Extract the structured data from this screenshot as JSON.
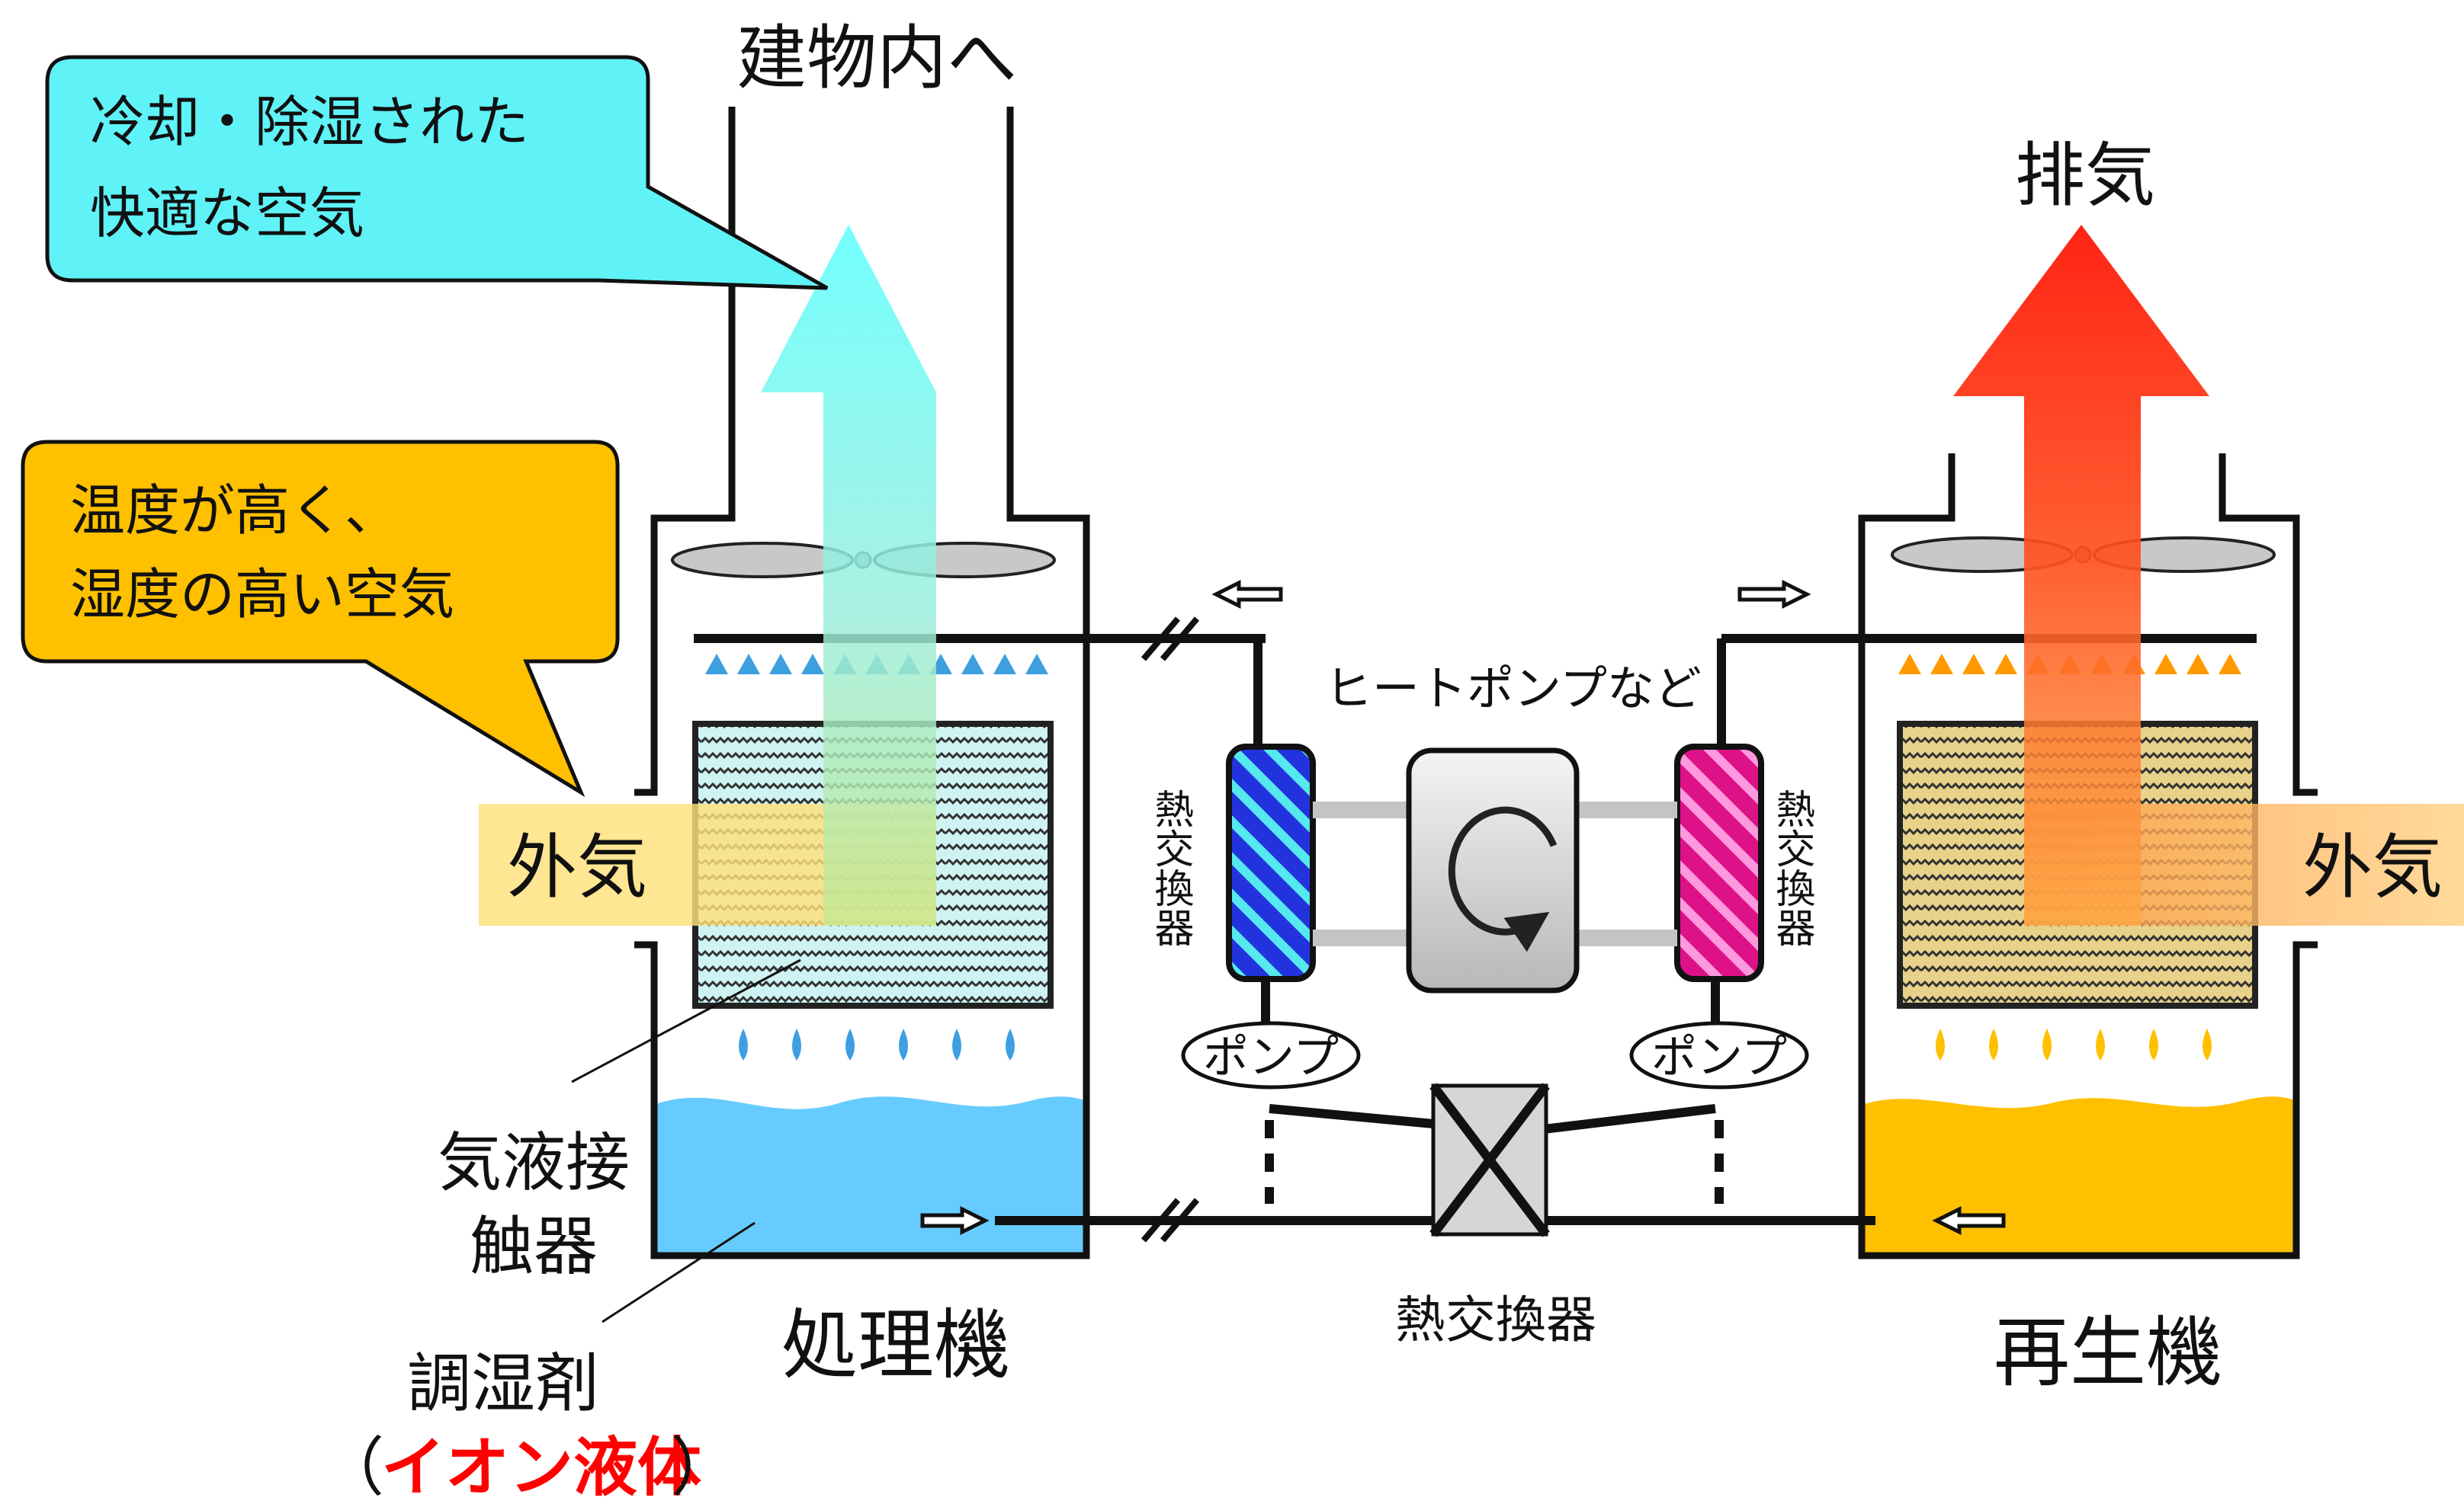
{
  "labels": {
    "to_building": "建物内へ",
    "exhaust": "排気",
    "cool_air_line1": "冷却・除湿された",
    "cool_air_line2": "快適な空気",
    "hot_air_line1": "温度が高く、",
    "hot_air_line2": "湿度の高い空気",
    "outside_air_left": "外気",
    "outside_air_right": "外気",
    "heat_pump": "ヒートポンプなど",
    "heat_exchanger_left": "熱交換器",
    "heat_exchanger_right": "熱交換器",
    "pump_left": "ポンプ",
    "pump_right": "ポンプ",
    "heat_exchanger_bottom": "熱交換器",
    "gas_liquid_contactor_line1": "気液接",
    "gas_liquid_contactor_line2": "触器",
    "desiccant": "調湿剤",
    "ionic_liquid_open": "（",
    "ionic_liquid": "イオン液体",
    "ionic_liquid_close": "）",
    "processor": "処理機",
    "regenerator": "再生機"
  },
  "colors": {
    "cool_arrow": "#66ffff",
    "cool_arrow_bottom": "#c8e890",
    "hot_arrow": "#ff0000",
    "hot_arrow_bottom": "#ffb347",
    "cool_callout": "#5ff2f7",
    "hot_callout": "#ffc000",
    "outside_band": "#ffe07a",
    "cool_liquid": "#66ccff",
    "hot_liquid": "#ffc000",
    "cool_spray": "#3d9fe0",
    "hot_spray": "#ff9900",
    "cool_coil": "#3344ee",
    "hot_coil": "#ee22aa",
    "ionic_red": "#ff0000"
  }
}
